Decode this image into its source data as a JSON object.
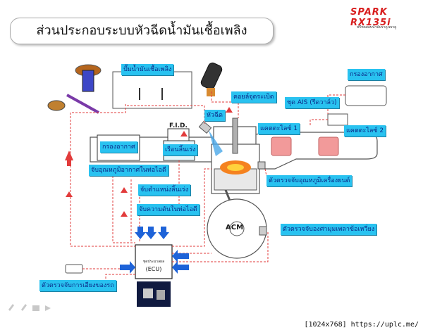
{
  "title": "ส่วนประกอบระบบหัวฉีดน้ำมันเชื้อเพลิง",
  "logo": {
    "text": "SPARK RX135i",
    "sub": "ฟรีทดสอบน้ำมันราดูเทเรคู"
  },
  "labels": {
    "fuel_pump": "ปั๊มน้ำมันเชื้อเพลิง",
    "ignition_coil": "คอยล์จุดระเบิด",
    "injector": "หัวฉีด",
    "air_filter_right": "กรองอากาศ",
    "ais_unit": "ชุด AIS (รีดวาล์ว)",
    "fid": "F.I.D.",
    "catalyst_1": "แคตตะไลซ์ 1",
    "catalyst_2": "แคตตะไลซ์ 2",
    "air_filter_left": "กรองอากาศ",
    "throttle_body": "เรือนลิ้นเร่ง",
    "intake_air_temp_sensor": "จับอุณหภูมิอากาศในท่อไอดี",
    "engine_temp_sensor": "ตัวตรวจจับอุณหภูมิเครื่องยนต์",
    "throttle_position_sensor": "จับตำแหน่งลิ้นเร่ง",
    "intake_pressure_sensor": "จับความดันในท่อไอดี",
    "acm": "ACM",
    "crank_angle_sensor": "ตัวตรวจจับองศามุมเพลาข้อเหวี่ยง",
    "ecu_line1": "ชุดประมวลผล",
    "ecu_line2": "(ECU)",
    "tilt_sensor": "ตัวตรวจจับการเอียงของรถ"
  },
  "footer": "[1024x768] https://uplc.me/",
  "colors": {
    "label_bg": "#29c2f0",
    "label_text": "#0b2a88",
    "signal_line": "#e23b3b",
    "arrow_blue": "#1e63d8",
    "arrow_red": "#e23b3b",
    "catalyst": "#f29a9a"
  }
}
